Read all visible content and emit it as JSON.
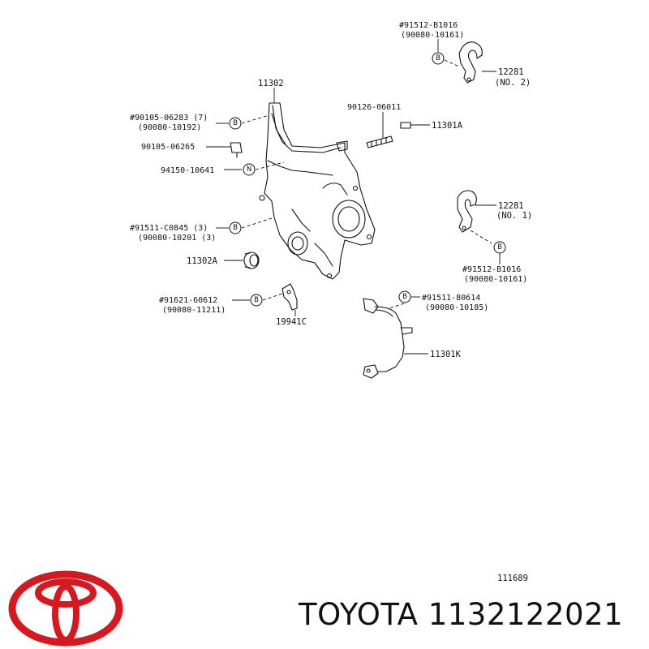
{
  "labels": {
    "l11302": "11302",
    "l90105_06283a": "#90105-06283 (7)",
    "l90105_06283b": "(90080-10192)",
    "l90105_06265": "90105-06265",
    "l94150": "94150-10641",
    "l91511_c0845a": "#91511-C0845 (3)",
    "l91511_c0845b": "(90080-10201 (3)",
    "l11302a": "11302A",
    "l91621a": "#91621-60612",
    "l91621b": "(90080-11211)",
    "l19941c": "19941C",
    "l90126": "90126-06011",
    "l11301a": "11301A",
    "l91512_topa": "#91512-B1016",
    "l91512_topb": "(90080-10161)",
    "l12281_2a": "12281",
    "l12281_2b": "(NO. 2)",
    "l12281_1a": "12281",
    "l12281_1b": "(NO. 1)",
    "l91512_bota": "#91512-B1016",
    "l91512_botb": "(90080-10161)",
    "l91511_80614a": "#91511-80614",
    "l91511_80614b": "(90080-10185)",
    "l11301k": "11301K"
  },
  "circles": {
    "b": "B",
    "n": "N"
  },
  "diagram_id": "111689",
  "brand": {
    "text": "TOYOTA 1132122021",
    "logo_color": "#d7181f"
  }
}
